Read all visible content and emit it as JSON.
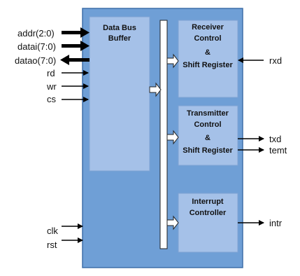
{
  "colors": {
    "outer_fill": "#6f9fd6",
    "outer_stroke": "#3f6fa8",
    "block_fill": "#a5c1e8",
    "bus_fill": "#ffffff",
    "signal": "#000000"
  },
  "blocks": {
    "data_bus_buffer": {
      "line1": "Data Bus",
      "line2": "Buffer"
    },
    "receiver": {
      "line1": "Receiver",
      "line2": "Control",
      "line3": "&",
      "line4": "Shift Register"
    },
    "transmitter": {
      "line1": "Transmitter",
      "line2": "Control",
      "line3": "&",
      "line4": "Shift Register"
    },
    "interrupt": {
      "line1": "Interrupt",
      "line2": "Controller"
    }
  },
  "left_signals": {
    "addr": "addr(2:0)",
    "datai": "datai(7:0)",
    "datao": "datao(7:0)",
    "rd": "rd",
    "wr": "wr",
    "cs": "cs",
    "clk": "clk",
    "rst": "rst"
  },
  "right_signals": {
    "rxd": "rxd",
    "txd": "txd",
    "temt": "temt",
    "intr": "intr"
  }
}
